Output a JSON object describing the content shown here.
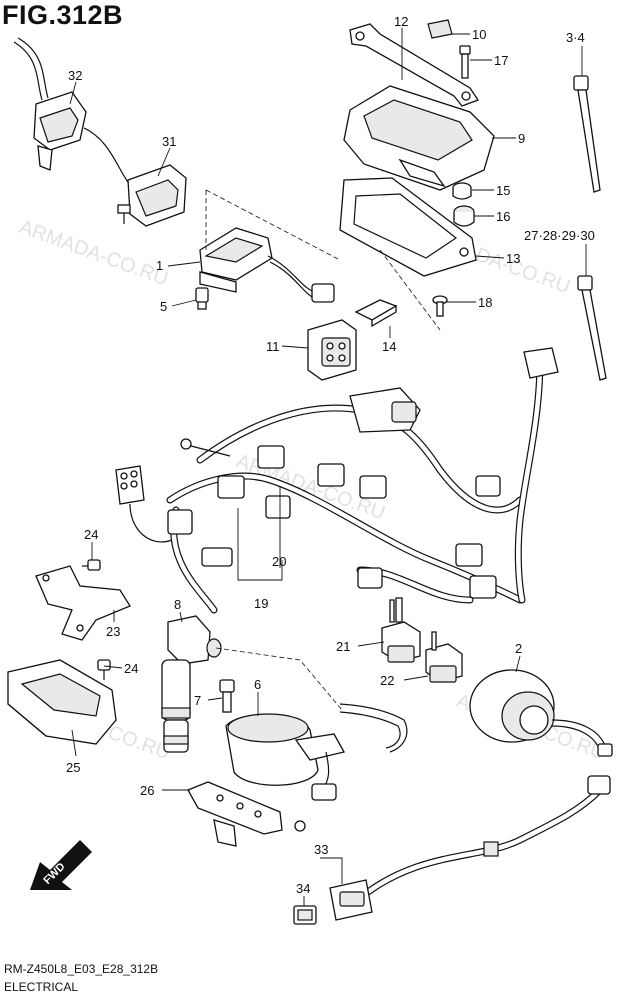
{
  "figure": {
    "title": "FIG.312B",
    "footer_code": "RM-Z450L8_E03_E28_312B",
    "footer_name": "ELECTRICAL"
  },
  "fwd_label": "FWD",
  "watermark": "ARMADA-CO.RU",
  "callouts": [
    "32",
    "31",
    "1",
    "5",
    "11",
    "12",
    "10",
    "17",
    "9",
    "15",
    "16",
    "13",
    "18",
    "14",
    "3·4",
    "27·28·29·30",
    "24",
    "23",
    "20",
    "19",
    "8",
    "7",
    "6",
    "21",
    "22",
    "2",
    "25",
    "26",
    "33",
    "34"
  ]
}
